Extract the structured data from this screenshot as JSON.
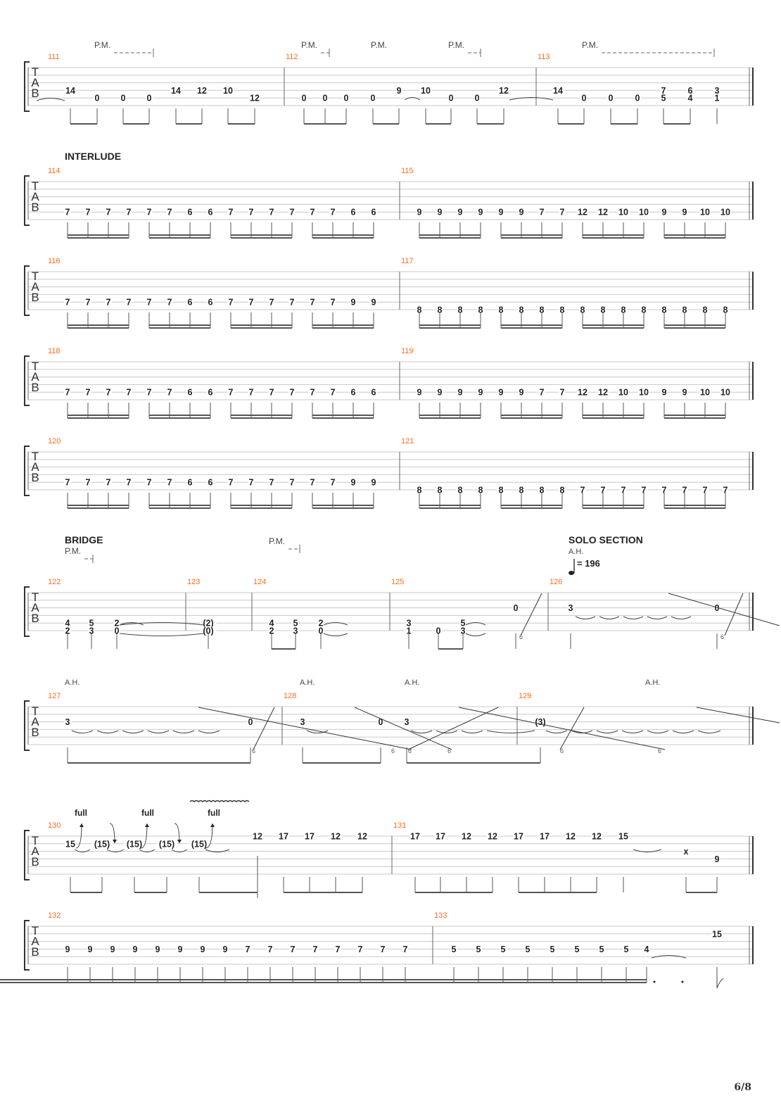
{
  "page": {
    "number": "6/8"
  },
  "tab_clef": [
    "T",
    "A",
    "B"
  ],
  "labels": {
    "palm_mute": "P.M.",
    "artificial_harmonic": "A.H.",
    "bend_full": "full",
    "harmonic_fret": "6",
    "dead_note": "x",
    "tempo_value": "= 196"
  },
  "sections": [
    "INTERLUDE",
    "BRIDGE",
    "SOLO SECTION"
  ],
  "measure_numbers": [
    "111",
    "112",
    "113",
    "114",
    "115",
    "116",
    "117",
    "118",
    "119",
    "120",
    "121",
    "122",
    "123",
    "124",
    "125",
    "126",
    "127",
    "128",
    "129",
    "130",
    "131",
    "132",
    "133"
  ],
  "systems": [
    {
      "measures": [
        "111",
        "112",
        "113"
      ],
      "notes": [
        {
          "s": 4,
          "f": "14"
        },
        {
          "s": 5,
          "f": "0"
        },
        {
          "s": 5,
          "f": "0"
        },
        {
          "s": 5,
          "f": "0"
        },
        {
          "s": 4,
          "f": "14"
        },
        {
          "s": 4,
          "f": "12"
        },
        {
          "s": 4,
          "f": "10"
        },
        {
          "s": 5,
          "f": "12"
        },
        {
          "s": 5,
          "f": "0"
        },
        {
          "s": 5,
          "f": "0"
        },
        {
          "s": 5,
          "f": "0"
        },
        {
          "s": 5,
          "f": "0"
        },
        {
          "s": 4,
          "f": "9"
        },
        {
          "s": 4,
          "f": "10"
        },
        {
          "s": 5,
          "f": "0"
        },
        {
          "s": 5,
          "f": "0"
        },
        {
          "s": 4,
          "f": "12"
        },
        {
          "s": 4,
          "f": "14"
        },
        {
          "s": 5,
          "f": "0"
        },
        {
          "s": 5,
          "f": "0"
        },
        {
          "s": 5,
          "f": "0"
        },
        {
          "s": 4,
          "f": "7"
        },
        {
          "s": 5,
          "f": "5"
        },
        {
          "s": 4,
          "f": "6"
        },
        {
          "s": 5,
          "f": "4"
        },
        {
          "s": 4,
          "f": "3"
        },
        {
          "s": 5,
          "f": "1"
        }
      ]
    },
    {
      "measures": [
        "114",
        "115"
      ],
      "notes": [
        {
          "s": 5,
          "f": "7"
        },
        {
          "s": 5,
          "f": "7"
        },
        {
          "s": 5,
          "f": "7"
        },
        {
          "s": 5,
          "f": "7"
        },
        {
          "s": 5,
          "f": "7"
        },
        {
          "s": 5,
          "f": "7"
        },
        {
          "s": 5,
          "f": "6"
        },
        {
          "s": 5,
          "f": "6"
        },
        {
          "s": 5,
          "f": "7"
        },
        {
          "s": 5,
          "f": "7"
        },
        {
          "s": 5,
          "f": "7"
        },
        {
          "s": 5,
          "f": "7"
        },
        {
          "s": 5,
          "f": "7"
        },
        {
          "s": 5,
          "f": "7"
        },
        {
          "s": 5,
          "f": "6"
        },
        {
          "s": 5,
          "f": "6"
        },
        {
          "s": 5,
          "f": "9"
        },
        {
          "s": 5,
          "f": "9"
        },
        {
          "s": 5,
          "f": "9"
        },
        {
          "s": 5,
          "f": "9"
        },
        {
          "s": 5,
          "f": "9"
        },
        {
          "s": 5,
          "f": "9"
        },
        {
          "s": 5,
          "f": "7"
        },
        {
          "s": 5,
          "f": "7"
        },
        {
          "s": 5,
          "f": "12"
        },
        {
          "s": 5,
          "f": "12"
        },
        {
          "s": 5,
          "f": "10"
        },
        {
          "s": 5,
          "f": "10"
        },
        {
          "s": 5,
          "f": "9"
        },
        {
          "s": 5,
          "f": "9"
        },
        {
          "s": 5,
          "f": "10"
        },
        {
          "s": 5,
          "f": "10"
        }
      ]
    },
    {
      "measures": [
        "116",
        "117"
      ],
      "notes": [
        {
          "s": 5,
          "f": "7"
        },
        {
          "s": 5,
          "f": "7"
        },
        {
          "s": 5,
          "f": "7"
        },
        {
          "s": 5,
          "f": "7"
        },
        {
          "s": 5,
          "f": "7"
        },
        {
          "s": 5,
          "f": "7"
        },
        {
          "s": 5,
          "f": "6"
        },
        {
          "s": 5,
          "f": "6"
        },
        {
          "s": 5,
          "f": "7"
        },
        {
          "s": 5,
          "f": "7"
        },
        {
          "s": 5,
          "f": "7"
        },
        {
          "s": 5,
          "f": "7"
        },
        {
          "s": 5,
          "f": "7"
        },
        {
          "s": 5,
          "f": "7"
        },
        {
          "s": 5,
          "f": "9"
        },
        {
          "s": 5,
          "f": "9"
        },
        {
          "s": 6,
          "f": "8"
        },
        {
          "s": 6,
          "f": "8"
        },
        {
          "s": 6,
          "f": "8"
        },
        {
          "s": 6,
          "f": "8"
        },
        {
          "s": 6,
          "f": "8"
        },
        {
          "s": 6,
          "f": "8"
        },
        {
          "s": 6,
          "f": "8"
        },
        {
          "s": 6,
          "f": "8"
        },
        {
          "s": 6,
          "f": "8"
        },
        {
          "s": 6,
          "f": "8"
        },
        {
          "s": 6,
          "f": "8"
        },
        {
          "s": 6,
          "f": "8"
        },
        {
          "s": 6,
          "f": "8"
        },
        {
          "s": 6,
          "f": "8"
        },
        {
          "s": 6,
          "f": "8"
        },
        {
          "s": 6,
          "f": "8"
        }
      ]
    },
    {
      "measures": [
        "118",
        "119"
      ],
      "notes": [
        {
          "s": 5,
          "f": "7"
        },
        {
          "s": 5,
          "f": "7"
        },
        {
          "s": 5,
          "f": "7"
        },
        {
          "s": 5,
          "f": "7"
        },
        {
          "s": 5,
          "f": "7"
        },
        {
          "s": 5,
          "f": "7"
        },
        {
          "s": 5,
          "f": "6"
        },
        {
          "s": 5,
          "f": "6"
        },
        {
          "s": 5,
          "f": "7"
        },
        {
          "s": 5,
          "f": "7"
        },
        {
          "s": 5,
          "f": "7"
        },
        {
          "s": 5,
          "f": "7"
        },
        {
          "s": 5,
          "f": "7"
        },
        {
          "s": 5,
          "f": "7"
        },
        {
          "s": 5,
          "f": "6"
        },
        {
          "s": 5,
          "f": "6"
        },
        {
          "s": 5,
          "f": "9"
        },
        {
          "s": 5,
          "f": "9"
        },
        {
          "s": 5,
          "f": "9"
        },
        {
          "s": 5,
          "f": "9"
        },
        {
          "s": 5,
          "f": "9"
        },
        {
          "s": 5,
          "f": "9"
        },
        {
          "s": 5,
          "f": "7"
        },
        {
          "s": 5,
          "f": "7"
        },
        {
          "s": 5,
          "f": "12"
        },
        {
          "s": 5,
          "f": "12"
        },
        {
          "s": 5,
          "f": "10"
        },
        {
          "s": 5,
          "f": "10"
        },
        {
          "s": 5,
          "f": "9"
        },
        {
          "s": 5,
          "f": "9"
        },
        {
          "s": 5,
          "f": "10"
        },
        {
          "s": 5,
          "f": "10"
        }
      ]
    },
    {
      "measures": [
        "120",
        "121"
      ],
      "notes": [
        {
          "s": 5,
          "f": "7"
        },
        {
          "s": 5,
          "f": "7"
        },
        {
          "s": 5,
          "f": "7"
        },
        {
          "s": 5,
          "f": "7"
        },
        {
          "s": 5,
          "f": "7"
        },
        {
          "s": 5,
          "f": "7"
        },
        {
          "s": 5,
          "f": "6"
        },
        {
          "s": 5,
          "f": "6"
        },
        {
          "s": 5,
          "f": "7"
        },
        {
          "s": 5,
          "f": "7"
        },
        {
          "s": 5,
          "f": "7"
        },
        {
          "s": 5,
          "f": "7"
        },
        {
          "s": 5,
          "f": "7"
        },
        {
          "s": 5,
          "f": "7"
        },
        {
          "s": 5,
          "f": "9"
        },
        {
          "s": 5,
          "f": "9"
        },
        {
          "s": 6,
          "f": "8"
        },
        {
          "s": 6,
          "f": "8"
        },
        {
          "s": 6,
          "f": "8"
        },
        {
          "s": 6,
          "f": "8"
        },
        {
          "s": 6,
          "f": "8"
        },
        {
          "s": 6,
          "f": "8"
        },
        {
          "s": 6,
          "f": "8"
        },
        {
          "s": 6,
          "f": "8"
        },
        {
          "s": 6,
          "f": "7"
        },
        {
          "s": 6,
          "f": "7"
        },
        {
          "s": 6,
          "f": "7"
        },
        {
          "s": 6,
          "f": "7"
        },
        {
          "s": 6,
          "f": "7"
        },
        {
          "s": 6,
          "f": "7"
        },
        {
          "s": 6,
          "f": "7"
        },
        {
          "s": 6,
          "f": "7"
        }
      ]
    },
    {
      "measures": [
        "122",
        "123",
        "124",
        "125",
        "126"
      ],
      "notes": [
        {
          "s": 5,
          "f": "4"
        },
        {
          "s": 6,
          "f": "2"
        },
        {
          "s": 5,
          "f": "5"
        },
        {
          "s": 6,
          "f": "3"
        },
        {
          "s": 5,
          "f": "2"
        },
        {
          "s": 6,
          "f": "0"
        },
        {
          "s": 5,
          "f": "(2)"
        },
        {
          "s": 6,
          "f": "(0)"
        },
        {
          "s": 5,
          "f": "4"
        },
        {
          "s": 6,
          "f": "2"
        },
        {
          "s": 5,
          "f": "5"
        },
        {
          "s": 6,
          "f": "3"
        },
        {
          "s": 5,
          "f": "2"
        },
        {
          "s": 6,
          "f": "0"
        },
        {
          "s": 5,
          "f": "3"
        },
        {
          "s": 6,
          "f": "1"
        },
        {
          "s": 6,
          "f": "0"
        },
        {
          "s": 5,
          "f": "5"
        },
        {
          "s": 6,
          "f": "3"
        },
        {
          "s": 3,
          "f": "0"
        },
        {
          "s": 3,
          "f": "3"
        },
        {
          "s": 3,
          "f": "0"
        }
      ]
    },
    {
      "measures": [
        "127",
        "128",
        "129"
      ],
      "notes": [
        {
          "s": 3,
          "f": "3"
        },
        {
          "s": 3,
          "f": "0"
        },
        {
          "s": 3,
          "f": "3"
        },
        {
          "s": 3,
          "f": "0"
        },
        {
          "s": 3,
          "f": "3"
        },
        {
          "s": 3,
          "f": "(3)"
        }
      ]
    },
    {
      "measures": [
        "130",
        "131"
      ],
      "notes": [
        {
          "s": 2,
          "f": "15"
        },
        {
          "s": 2,
          "f": "(15)"
        },
        {
          "s": 2,
          "f": "(15)"
        },
        {
          "s": 2,
          "f": "(15)"
        },
        {
          "s": 2,
          "f": "(15)"
        },
        {
          "s": 1,
          "f": "12"
        },
        {
          "s": 1,
          "f": "17"
        },
        {
          "s": 1,
          "f": "17"
        },
        {
          "s": 1,
          "f": "12"
        },
        {
          "s": 1,
          "f": "12"
        },
        {
          "s": 1,
          "f": "17"
        },
        {
          "s": 1,
          "f": "17"
        },
        {
          "s": 1,
          "f": "12"
        },
        {
          "s": 1,
          "f": "12"
        },
        {
          "s": 1,
          "f": "17"
        },
        {
          "s": 1,
          "f": "17"
        },
        {
          "s": 1,
          "f": "12"
        },
        {
          "s": 1,
          "f": "12"
        },
        {
          "s": 1,
          "f": "15"
        },
        {
          "s": 3,
          "f": "x"
        },
        {
          "s": 4,
          "f": "9"
        }
      ]
    },
    {
      "measures": [
        "132",
        "133"
      ],
      "notes": [
        {
          "s": 4,
          "f": "9"
        },
        {
          "s": 4,
          "f": "9"
        },
        {
          "s": 4,
          "f": "9"
        },
        {
          "s": 4,
          "f": "9"
        },
        {
          "s": 4,
          "f": "9"
        },
        {
          "s": 4,
          "f": "9"
        },
        {
          "s": 4,
          "f": "9"
        },
        {
          "s": 4,
          "f": "9"
        },
        {
          "s": 4,
          "f": "7"
        },
        {
          "s": 4,
          "f": "7"
        },
        {
          "s": 4,
          "f": "7"
        },
        {
          "s": 4,
          "f": "7"
        },
        {
          "s": 4,
          "f": "7"
        },
        {
          "s": 4,
          "f": "7"
        },
        {
          "s": 4,
          "f": "7"
        },
        {
          "s": 4,
          "f": "7"
        },
        {
          "s": 4,
          "f": "5"
        },
        {
          "s": 4,
          "f": "5"
        },
        {
          "s": 4,
          "f": "5"
        },
        {
          "s": 4,
          "f": "5"
        },
        {
          "s": 4,
          "f": "5"
        },
        {
          "s": 4,
          "f": "5"
        },
        {
          "s": 4,
          "f": "5"
        },
        {
          "s": 4,
          "f": "5"
        },
        {
          "s": 4,
          "f": "4"
        },
        {
          "s": 2,
          "f": "15"
        }
      ]
    }
  ]
}
